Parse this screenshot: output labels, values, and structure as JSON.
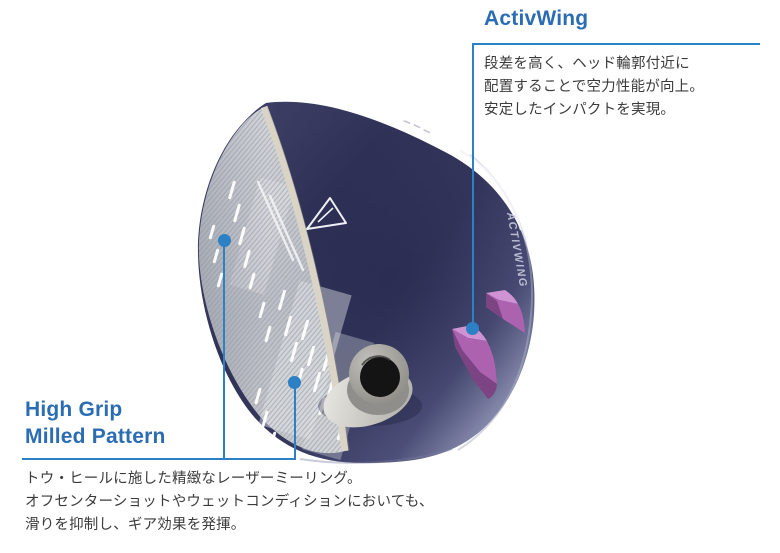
{
  "colors": {
    "accent_title": "#2b6cb3",
    "accent_line": "#2c80c4",
    "crown_navy": "#34365c",
    "face_silver": "#c3c6cb",
    "wing_purple": "#ad62b0"
  },
  "callouts": {
    "activwing": {
      "title": "ActivWing",
      "description_lines": [
        "段差を高く、ヘッド輪郭付近に",
        "配置することで空力性能が向上。",
        "安定したインパクトを実現。"
      ]
    },
    "high_grip": {
      "title_lines": [
        "High Grip",
        "Milled Pattern"
      ],
      "description_lines": [
        "トウ・ヒールに施した精緻なレーザーミーリング。",
        "オフセンターショットやウェットコンディションにおいても、",
        "滑りを抑制し、ギア効果を発揮。"
      ]
    }
  },
  "product": {
    "edge_text": "ACTIVWING"
  }
}
